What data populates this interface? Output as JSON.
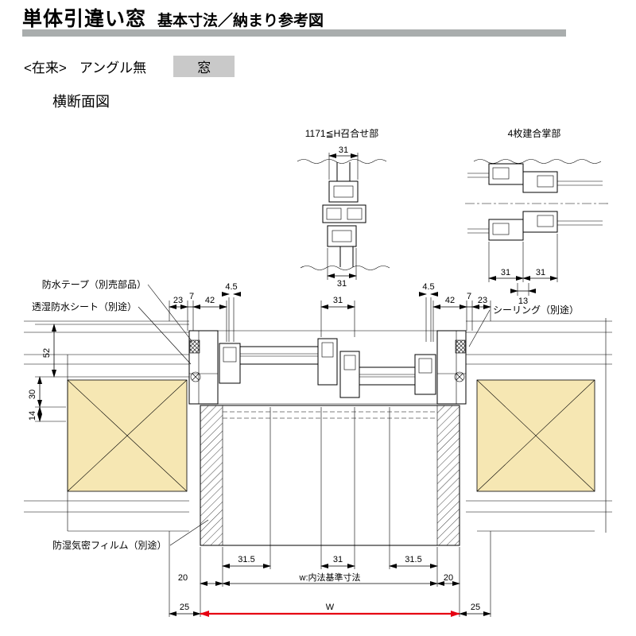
{
  "header": {
    "title_main": "単体引違い窓",
    "title_sub": "基本寸法／納まり参考図"
  },
  "subheader": {
    "era": "<在来>",
    "angle": "アングル無",
    "window": "窓"
  },
  "section_label": "横断面図",
  "detail_left": {
    "label": "1171≦H召合せ部",
    "dim_top": "31",
    "dim_bottom": "31"
  },
  "detail_right": {
    "label": "4枚建合掌部",
    "dim1": "31",
    "dim2": "31",
    "dim3": "13"
  },
  "callouts": {
    "waterproof_tape": "防水テープ（別売部品）",
    "moisture_sheet": "透湿防水シート（別途）",
    "sealing": "シーリング（別途）",
    "film": "防湿気密フィルム（別途）"
  },
  "dims_top": {
    "d23l": "23",
    "d7l": "7",
    "d42l": "42",
    "g_left": "4.5",
    "d31c": "31",
    "g_right": "4.5",
    "d42r": "42",
    "d7r": "7",
    "d23r": "23"
  },
  "dims_left": {
    "v52": "52",
    "v30": "30",
    "v14": "14"
  },
  "dims_bottom": {
    "s1": "31.5",
    "s2": "31",
    "s3": "31.5",
    "f_left": "20",
    "w_label": "w:内法基準寸法",
    "f_right": "20",
    "m_left": "25",
    "W": "W",
    "m_right": "25"
  },
  "colors": {
    "accent_red": "#e60012",
    "wall_fill": "#f6e7b3",
    "title_bar": "#a9adad",
    "tag_bg": "#c9c9c9"
  }
}
